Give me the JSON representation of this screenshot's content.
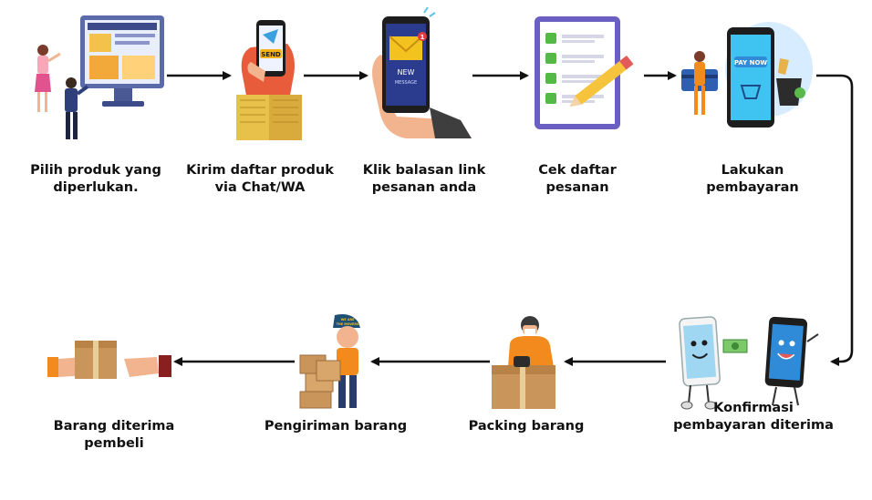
{
  "steps": [
    {
      "id": "pilih",
      "lines": [
        "Pilih produk yang",
        "diperlukan."
      ]
    },
    {
      "id": "kirim",
      "lines": [
        "Kirim daftar produk",
        "via Chat/WA"
      ]
    },
    {
      "id": "klik",
      "lines": [
        "Klik balasan link",
        "pesanan anda"
      ]
    },
    {
      "id": "cek",
      "lines": [
        "Cek daftar",
        "pesanan"
      ]
    },
    {
      "id": "bayar",
      "lines": [
        "Lakukan",
        "pembayaran"
      ]
    },
    {
      "id": "konfirmasi",
      "lines": [
        "Konfirmasi",
        "pembayaran diterima"
      ]
    },
    {
      "id": "packing",
      "lines": [
        "Packing barang"
      ]
    },
    {
      "id": "pengiriman",
      "lines": [
        "Pengiriman barang"
      ]
    },
    {
      "id": "diterima",
      "lines": [
        "Barang diterima",
        "pembeli"
      ]
    }
  ],
  "illustration_text": {
    "send_button": "SEND",
    "new_message": [
      "NEW",
      "MESSAGE"
    ],
    "notification_count": "1",
    "pay_now": "PAY NOW",
    "cap_text": [
      "WE ARE",
      "THE MOVERS"
    ]
  },
  "colors": {
    "arrow": "#111111",
    "label": "#111111",
    "screen_blue": "#2f8ad8",
    "envelope_yellow": "#f4c21f",
    "check_green": "#55b947",
    "box_brown": "#c9955b",
    "skin": "#f2b48f"
  },
  "icons": [
    "monitor-shopping-icon",
    "phone-send-icon",
    "phone-message-icon",
    "checklist-icon",
    "mobile-payment-icon",
    "phones-money-exchange-icon",
    "packing-worker-icon",
    "delivery-man-boxes-icon",
    "package-handover-icon"
  ]
}
